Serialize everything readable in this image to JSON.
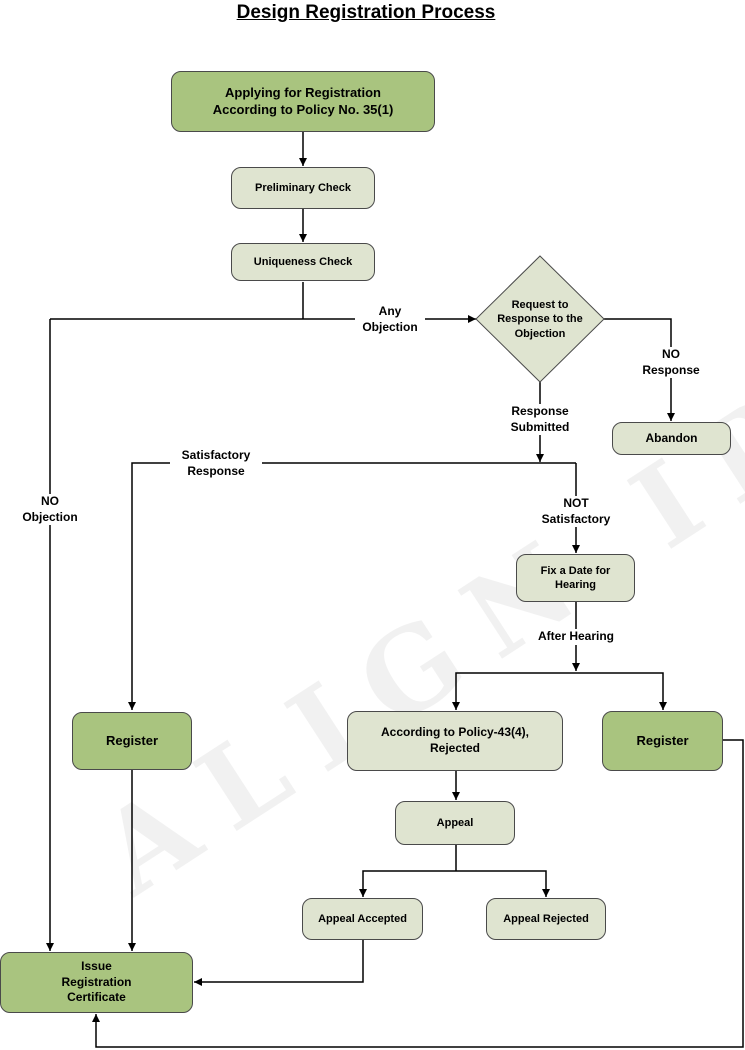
{
  "title": "Design Registration Process",
  "watermark": "ALIGN IP",
  "nodes": {
    "apply": "Applying for Registration\nAccording to Policy No. 35(1)",
    "preliminary": "Preliminary Check",
    "uniqueness": "Uniqueness Check",
    "request_response": "Request to\nResponse to the\nObjection",
    "abandon": "Abandon",
    "fix_date": "Fix a Date for\nHearing",
    "register_left": "Register",
    "rejected": "According to Policy-43(4),\nRejected",
    "register_right": "Register",
    "appeal": "Appeal",
    "appeal_accepted": "Appeal Accepted",
    "appeal_rejected": "Appeal Rejected",
    "issue": "Issue\nRegistration\nCertificate"
  },
  "edge_labels": {
    "any_objection": "Any\nObjection",
    "no_response": "NO\nResponse",
    "response_submitted": "Response\nSubmitted",
    "satisfactory": "Satisfactory\nResponse",
    "not_satisfactory": "NOT\nSatisfactory",
    "no_objection": "NO\nObjection",
    "after_hearing": "After Hearing"
  },
  "colors": {
    "light_fill": "#dfe4d0",
    "dark_fill": "#a9c47f",
    "stroke": "#4a4a4a",
    "line": "#000000"
  }
}
